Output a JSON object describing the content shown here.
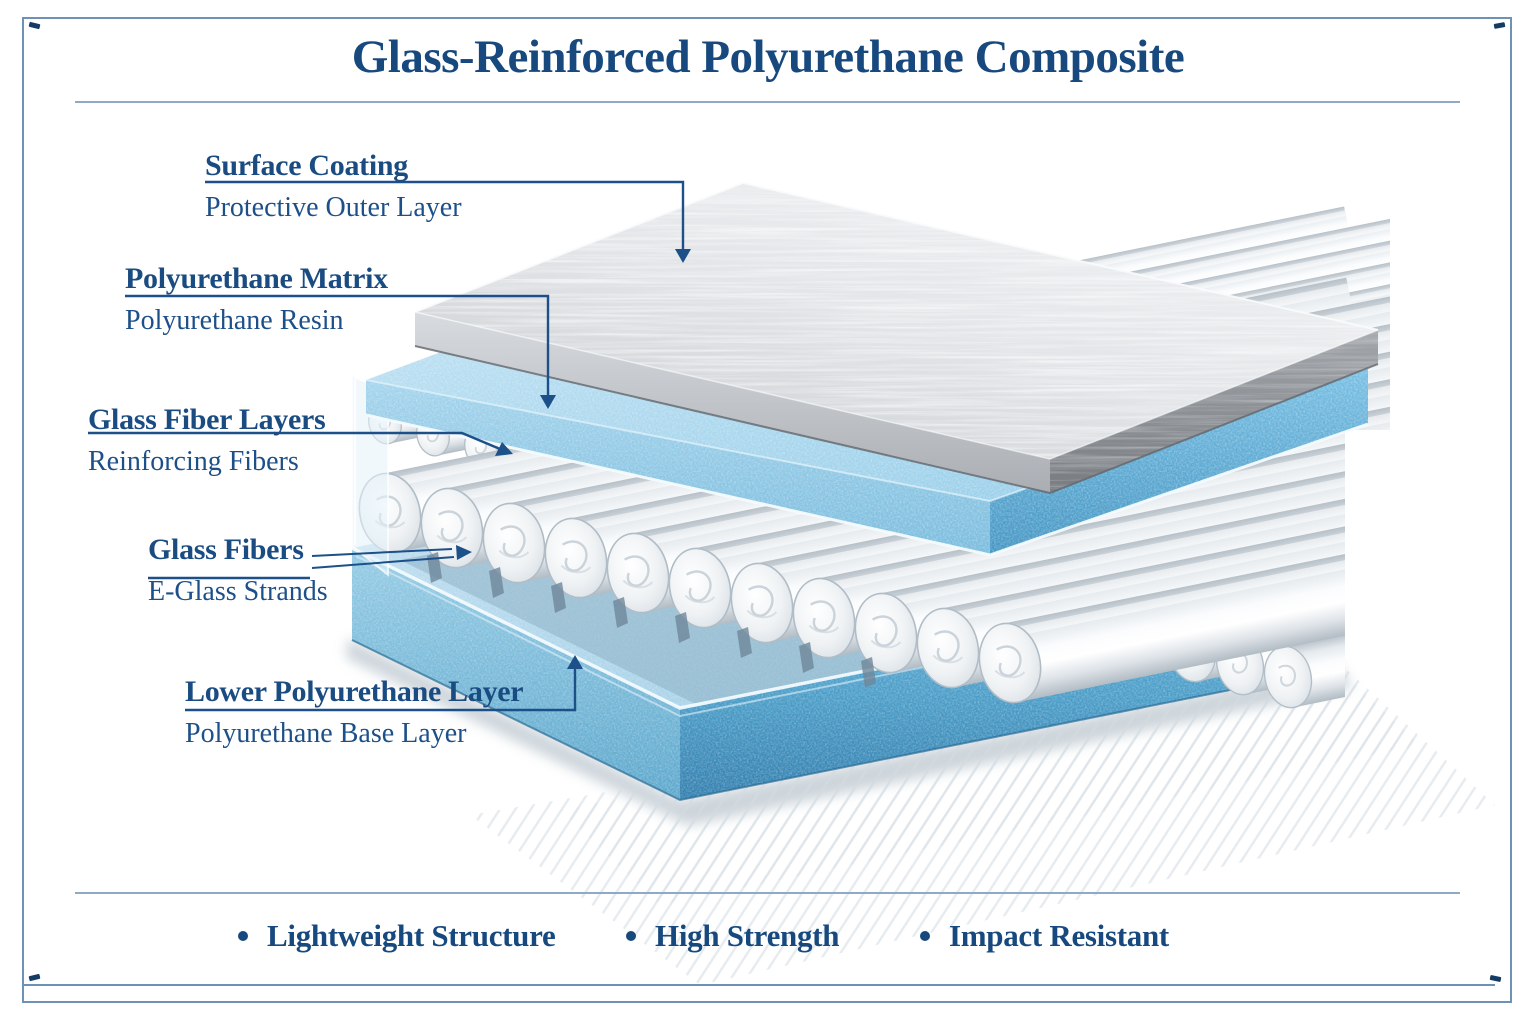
{
  "title": "Glass-Reinforced Polyurethane Composite",
  "annotations": [
    {
      "heading": "Surface Coating",
      "sub": "Protective Outer Layer"
    },
    {
      "heading": "Polyurethane Matrix",
      "sub": "Polyurethane Resin"
    },
    {
      "heading": "Glass Fiber Layers",
      "sub": "Reinforcing Fibers"
    },
    {
      "heading": "Glass Fibers",
      "sub": "E-Glass Strands"
    },
    {
      "heading": "Lower Polyurethane Layer",
      "sub": "Polyurethane Base Layer"
    }
  ],
  "features": [
    {
      "label": "Lightweight Structure"
    },
    {
      "label": "High Strength"
    },
    {
      "label": "Impact Resistant"
    }
  ],
  "colors": {
    "text_navy": "#1a4c82",
    "leader_blue": "#1d5089",
    "frame_blue": "#6e92b6",
    "matrix_blue": "#a9d6ec",
    "base_blue": "#4a9fcc",
    "metal_gray": "#d4d7db",
    "fiber_white": "#f4f6f8"
  }
}
